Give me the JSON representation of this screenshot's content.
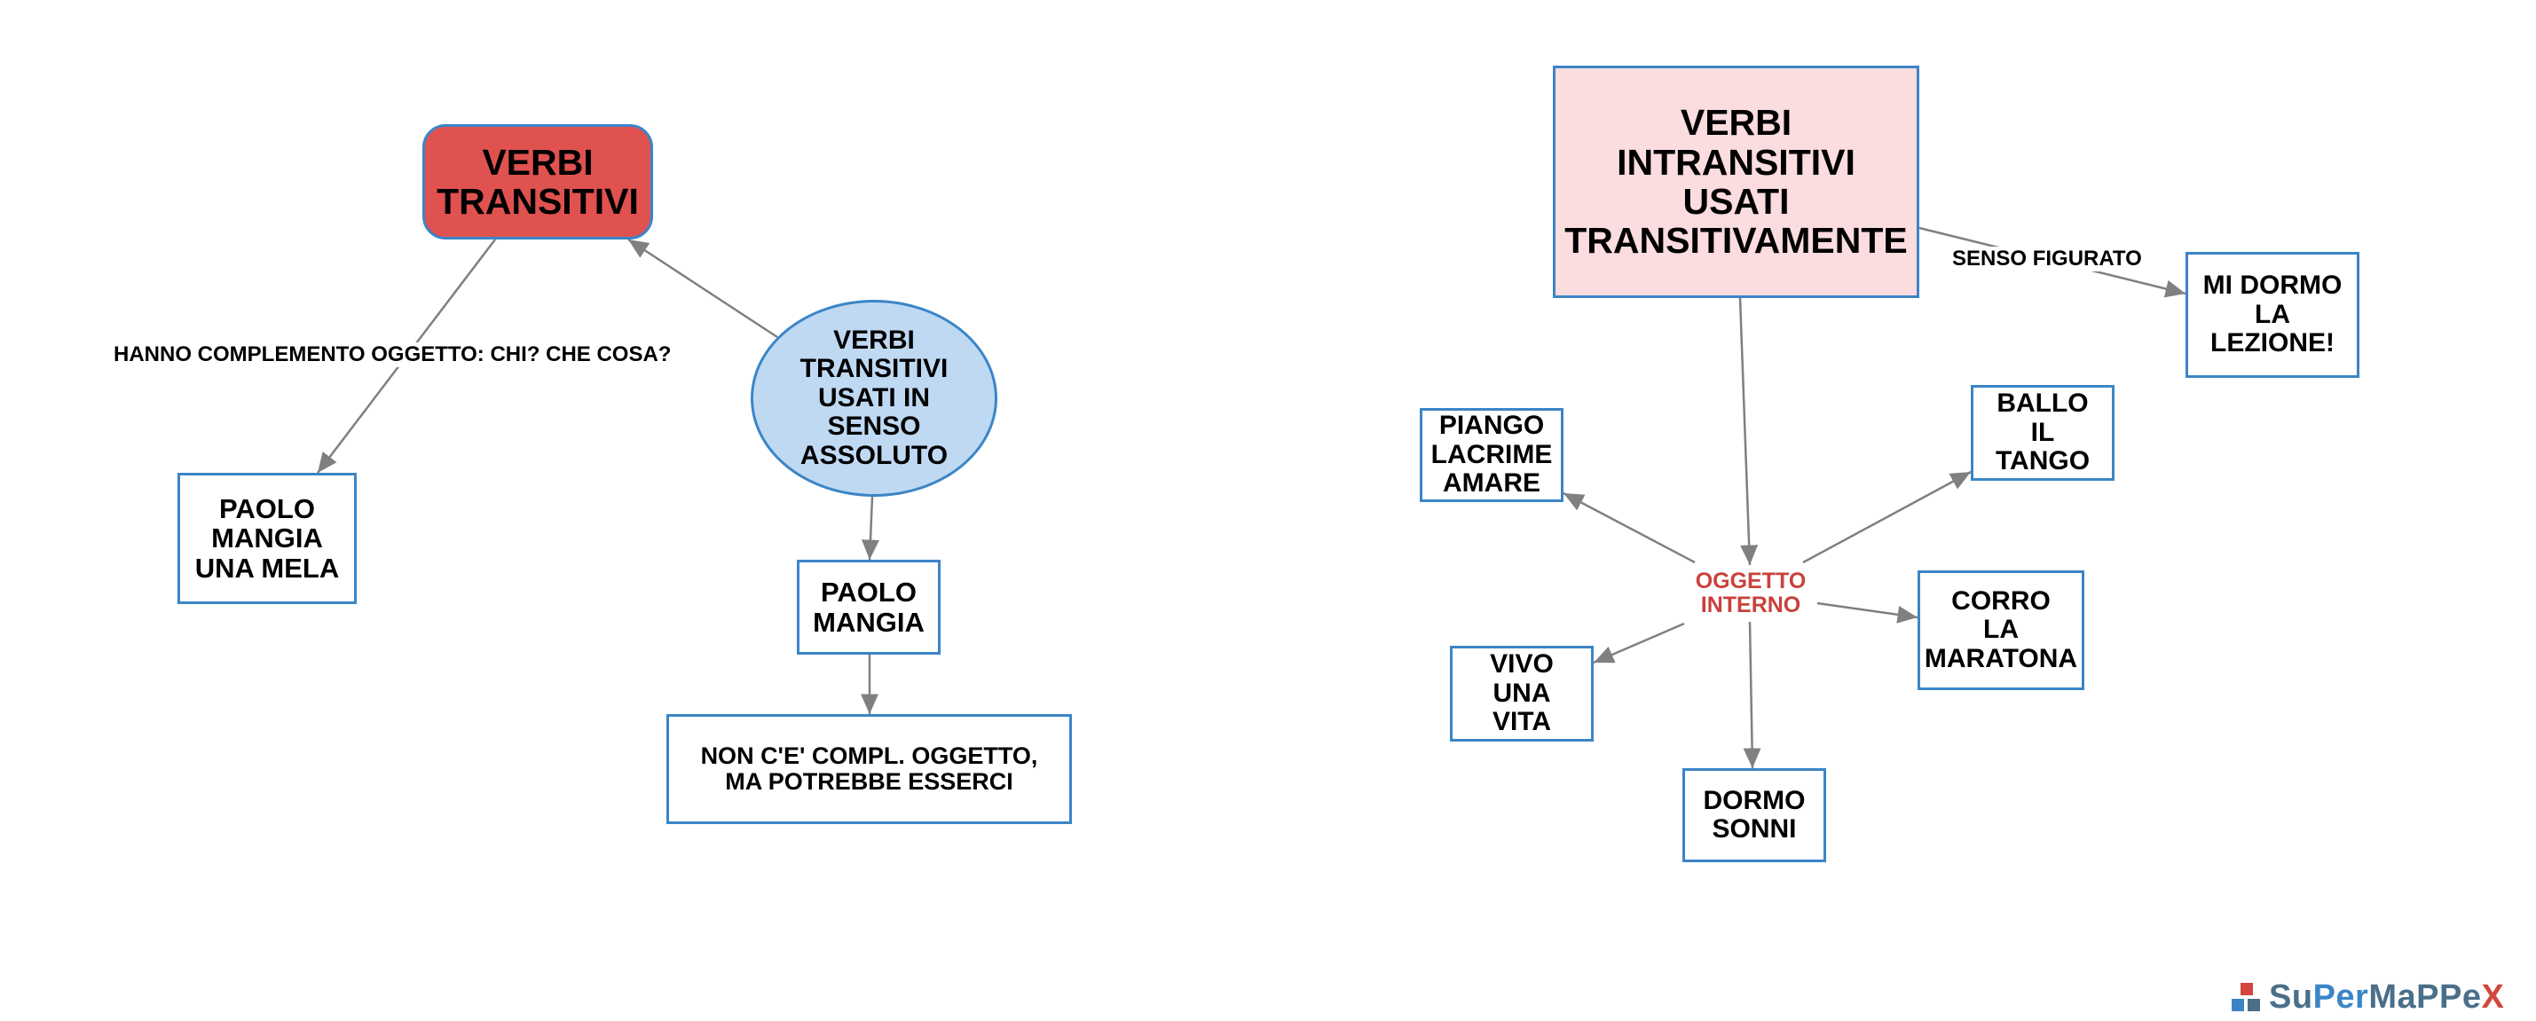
{
  "colors": {
    "connector": "#808080",
    "node_border": "#3b85c7",
    "transitive_fill": "#e05250",
    "absolute_fill": "#bfd9f3",
    "intransitive_fill": "#fbdcdf",
    "internal_object_text": "#c9413b"
  },
  "nodes": {
    "verbi_transitivi": "VERBI\nTRANSITIVI",
    "verbi_transitivi_assoluto": "VERBI\nTRANSITIVI\nUSATI IN\nSENSO\nASSOLUTO",
    "paolo_mangia_una_mela": "PAOLO\nMANGIA\nUNA MELA",
    "paolo_mangia": "PAOLO\nMANGIA",
    "non_ce_compl": "NON C'E' COMPL. OGGETTO,\nMA POTREBBE ESSERCI",
    "verbi_intransitivi": "VERBI\nINTRANSITIVI\nUSATI\nTRANSITIVAMENTE",
    "mi_dormo": "MI DORMO\nLA\nLEZIONE!",
    "piango": "PIANGO\nLACRIME\nAMARE",
    "ballo": "BALLO\nIL\nTANGO",
    "oggetto_interno": "OGGETTO\nINTERNO",
    "corro": "CORRO\nLA\nMARATONA",
    "vivo": "VIVO\nUNA\nVITA",
    "dormo": "DORMO\nSONNI"
  },
  "edge_labels": {
    "complemento_oggetto": "HANNO COMPLEMENTO OGGETTO: CHI? CHE COSA?",
    "senso_figurato": "SENSO FIGURATO"
  },
  "logo": {
    "part1": "Su",
    "part2": "Per",
    "part3": "MaPPe",
    "part4": "X",
    "icon": "supermappex-logo-icon"
  }
}
